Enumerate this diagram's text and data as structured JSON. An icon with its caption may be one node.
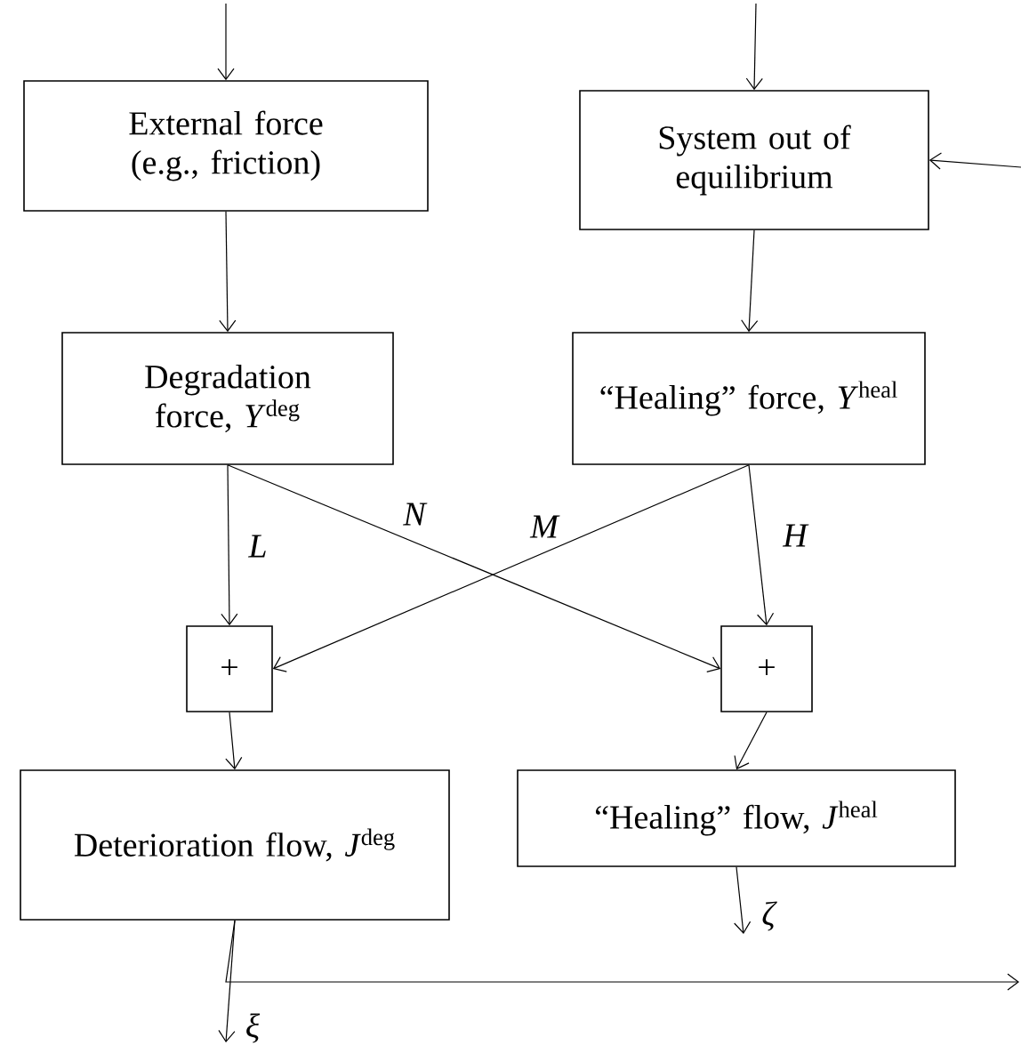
{
  "diagram": {
    "nodes": [
      {
        "text": [
          "External force (e.g., friction)"
        ]
      },
      {
        "text": [
          "System out of equilibrium"
        ]
      },
      {
        "text": [
          "Degradation force, *Y*$^{deg}$"
        ]
      },
      {
        "text": [
          "“Healing” force, *Y*$^{heal}$"
        ]
      },
      {
        "text": [
          "+"
        ]
      },
      {
        "text": [
          "+"
        ]
      },
      {
        "text": [
          "Deterioration flow, *J*$^{deg}$"
        ]
      },
      {
        "text": [
          "“Healing” flow,  *J*$^{heal}$"
        ]
      }
    ],
    "edges": [
      {
        "from": null,
        "to": 0,
        "arrow": "to"
      },
      {
        "from": null,
        "to": 1,
        "arrow": "to"
      },
      {
        "from": null,
        "to": 1,
        "arrow": "to"
      },
      {
        "from": 0,
        "to": 2,
        "arrow": "to"
      },
      {
        "from": 1,
        "to": 3,
        "arrow": "to"
      },
      {
        "from": 2,
        "to": 4,
        "arrow": "to",
        "label": "L"
      },
      {
        "from": 2,
        "to": 5,
        "arrow": "to",
        "label": "N"
      },
      {
        "from": 3,
        "to": 4,
        "arrow": "to",
        "label": "M"
      },
      {
        "from": 3,
        "to": 5,
        "arrow": "to",
        "label": "H"
      },
      {
        "from": 4,
        "to": 6,
        "arrow": "to"
      },
      {
        "from": 5,
        "to": 7,
        "arrow": "to"
      },
      {
        "from": 7,
        "to": null,
        "arrow": "to",
        "label": "ζ"
      },
      {
        "from": 6,
        "to": null,
        "arrow": "to",
        "label": "ξ"
      },
      {
        "from": 6,
        "to": null,
        "arrow": "to"
      }
    ]
  }
}
